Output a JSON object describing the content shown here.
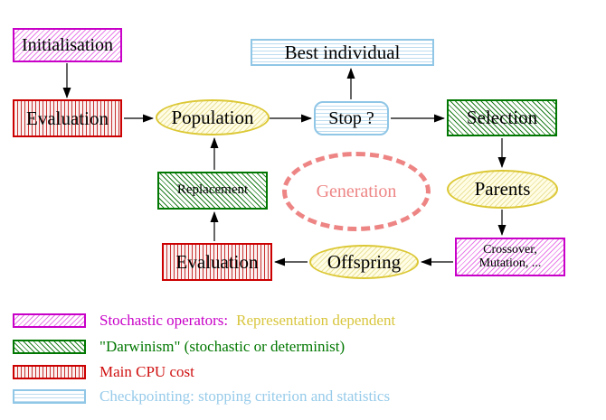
{
  "nodes": {
    "initialisation": {
      "label": "Initialisation"
    },
    "evaluation_top": {
      "label": "Evaluation"
    },
    "population": {
      "label": "Population"
    },
    "best_individual": {
      "label": "Best individual"
    },
    "stop": {
      "label": "Stop ?"
    },
    "selection": {
      "label": "Selection"
    },
    "replacement": {
      "label": "Replacement"
    },
    "generation": {
      "label": "Generation"
    },
    "parents": {
      "label": "Parents"
    },
    "crossover_mutation": {
      "line1": "Crossover,",
      "line2": "Mutation, ..."
    },
    "offspring": {
      "label": "Offspring"
    },
    "evaluation_bottom": {
      "label": "Evaluation"
    }
  },
  "legend": {
    "items": [
      {
        "pattern": "magenta-diagonal-hatch",
        "label": "Stochastic operators:",
        "label2": "Representation dependent"
      },
      {
        "pattern": "green-diagonal-hatch",
        "label": "\"Darwinism\" (stochastic or determinist)"
      },
      {
        "pattern": "red-vertical-stripes",
        "label": "Main CPU cost"
      },
      {
        "pattern": "cyan-horizontal-stripes",
        "label": "Checkpointing: stopping criterion and statistics"
      }
    ]
  },
  "colors": {
    "magenta": "#c800c8",
    "green": "#007700",
    "red": "#cc0000",
    "yellow_border": "#dcc835",
    "cyan_border": "#90c6e6",
    "salmon": "#ee8585",
    "legend_yellow_text": "#d8c63e",
    "legend_cyan_text": "#97cbea",
    "text": "#000000"
  }
}
